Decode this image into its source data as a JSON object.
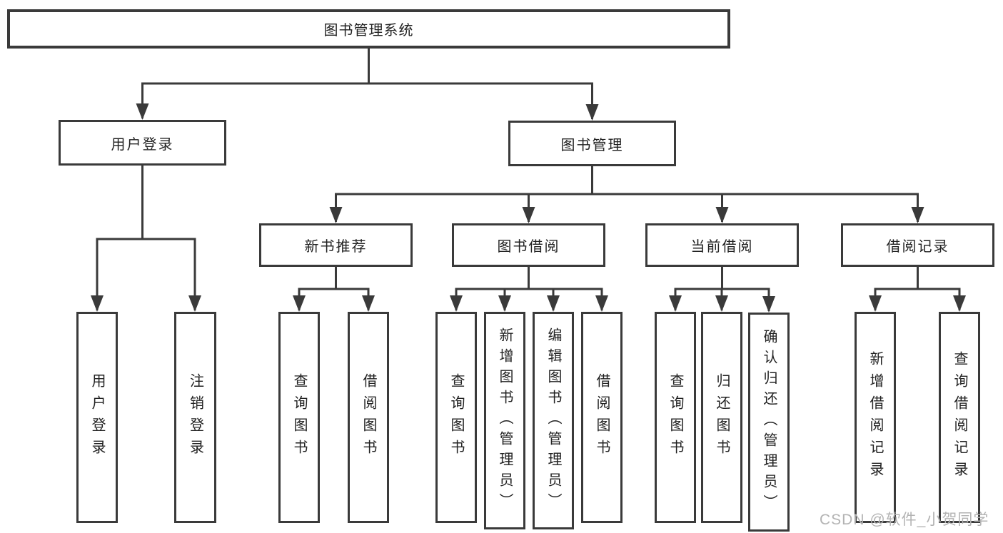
{
  "tree": {
    "root": "图书管理系统",
    "branches": [
      {
        "label": "用户登录",
        "leaves": [
          "用户登录",
          "注销登录"
        ]
      },
      {
        "label": "图书管理",
        "children": [
          {
            "label": "新书推荐",
            "leaves": [
              "查询图书",
              "借阅图书"
            ]
          },
          {
            "label": "图书借阅",
            "leaves": [
              "查询图书",
              "新增图书（管理员）",
              "编辑图书（管理员）",
              "借阅图书"
            ]
          },
          {
            "label": "当前借阅",
            "leaves": [
              "查询图书",
              "归还图书",
              "确认归还（管理员）"
            ]
          },
          {
            "label": "借阅记录",
            "leaves": [
              "新增借阅记录",
              "查询借阅记录"
            ]
          }
        ]
      }
    ]
  },
  "watermark": "CSDN @软件_小贺同学",
  "colors": {
    "line": "#3a3a3a",
    "text": "#222222",
    "watermark": "#b3b3b3",
    "background": "#ffffff"
  }
}
